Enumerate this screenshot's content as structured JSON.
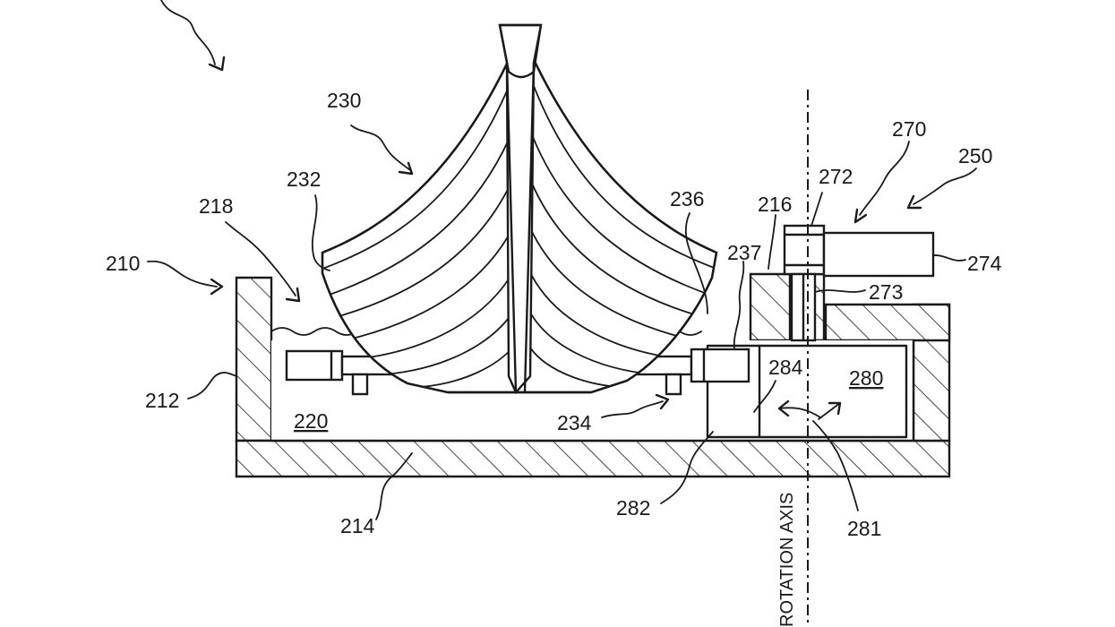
{
  "labels": {
    "l230": "230",
    "l232": "232",
    "l218": "218",
    "l210": "210",
    "l212": "212",
    "l220": "220",
    "l214": "214",
    "l234": "234",
    "l236": "236",
    "l237": "237",
    "l216": "216",
    "l272": "272",
    "l270": "270",
    "l250": "250",
    "l274": "274",
    "l273": "273",
    "l284": "284",
    "l280": "280",
    "l282": "282",
    "l281": "281"
  },
  "axis_label": "ROTATION AXIS"
}
